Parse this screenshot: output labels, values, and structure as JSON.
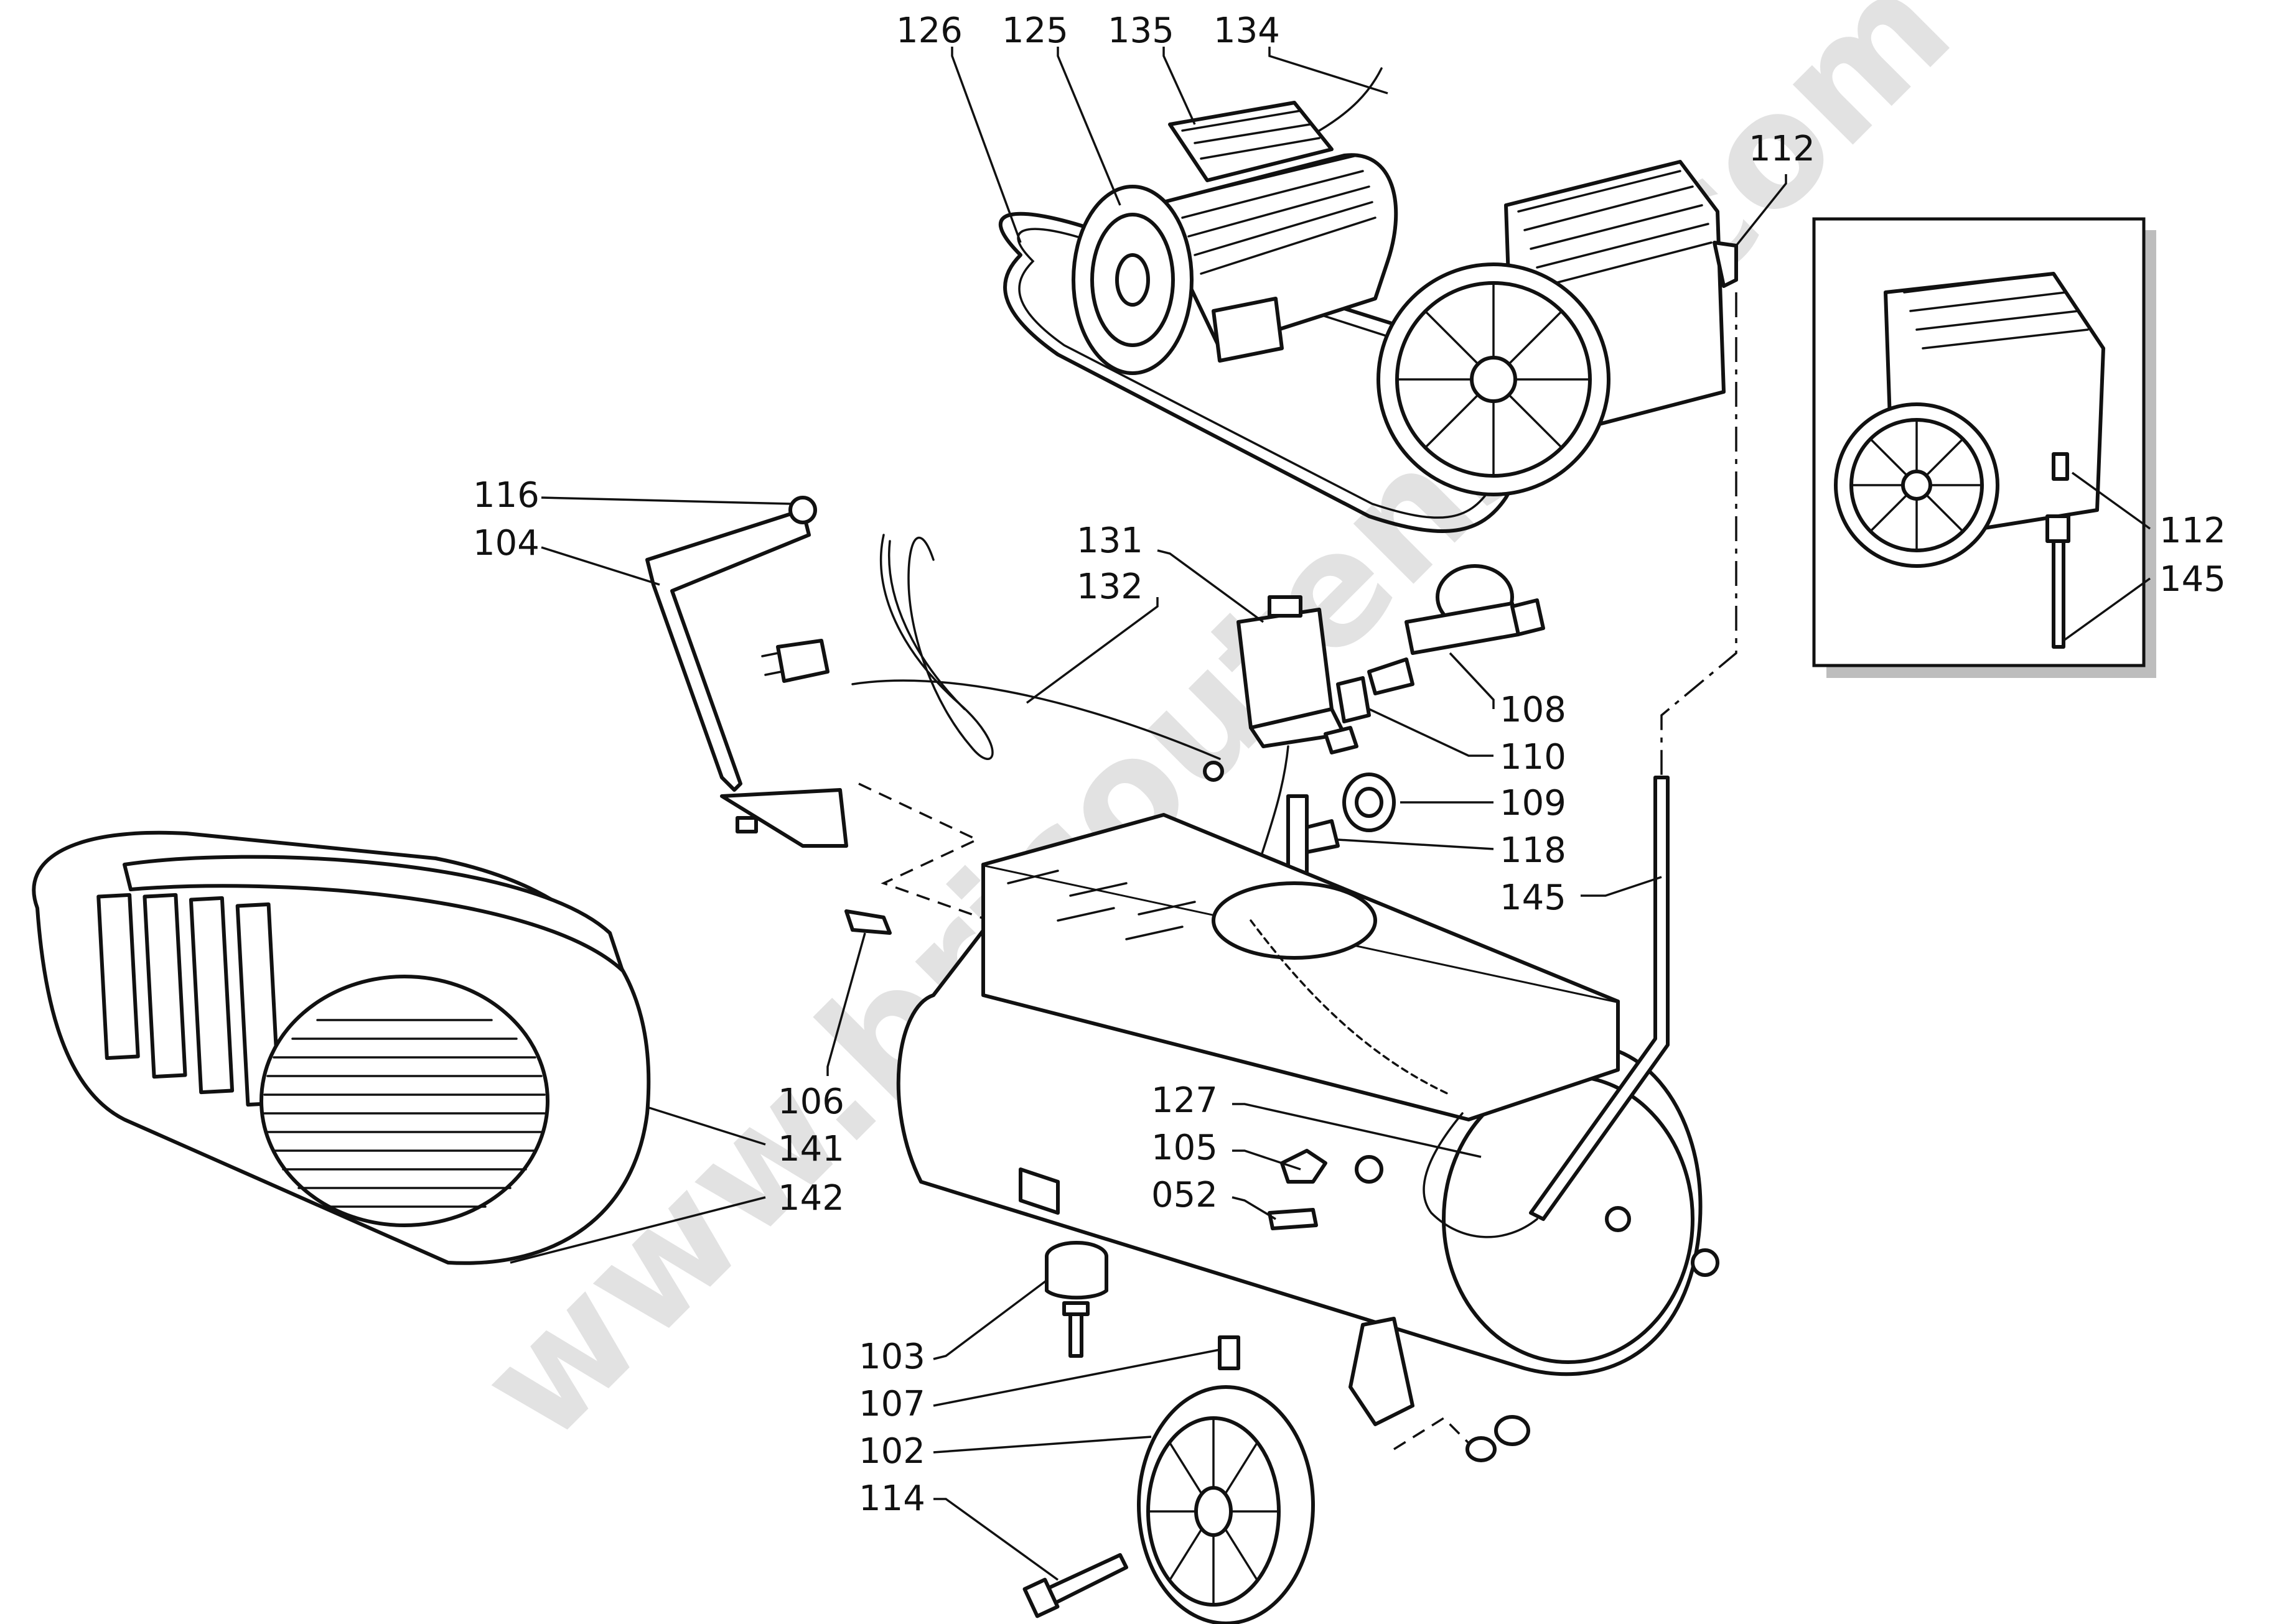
{
  "labels": {
    "l126": "126",
    "l125": "125",
    "l135": "135",
    "l134": "134",
    "l112a": "112",
    "l112b": "112",
    "l145a": "145",
    "l145b": "145",
    "l116": "116",
    "l104": "104",
    "l131": "131",
    "l132": "132",
    "l108": "108",
    "l110": "110",
    "l109": "109",
    "l118": "118",
    "l106": "106",
    "l141": "141",
    "l142": "142",
    "l127": "127",
    "l105": "105",
    "l052": "052",
    "l103": "103",
    "l107": "107",
    "l102": "102",
    "l114": "114"
  },
  "watermark": "www.bricoutensili.com"
}
